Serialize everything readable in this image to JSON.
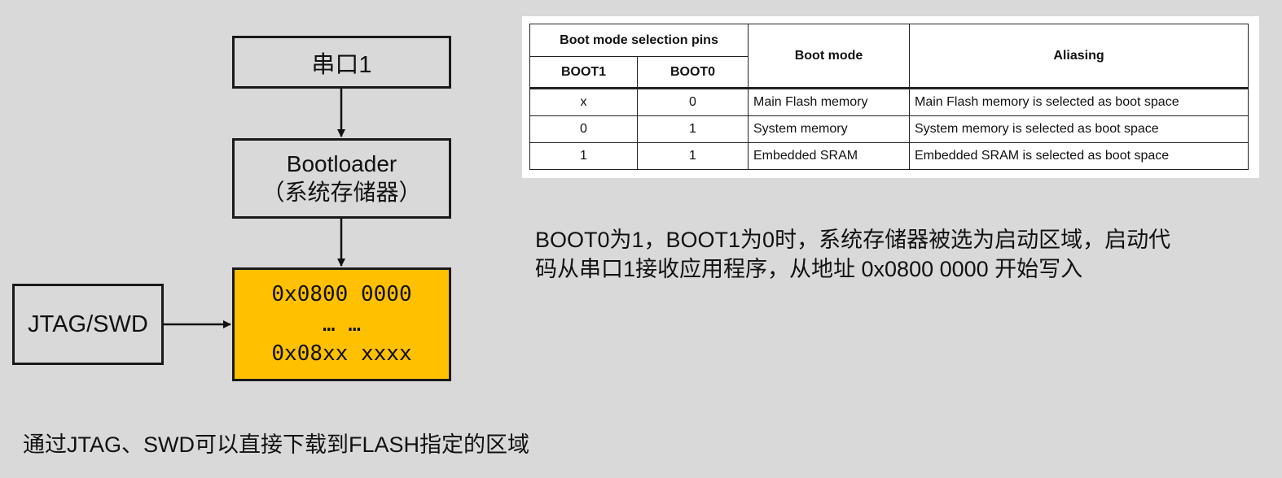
{
  "diagram": {
    "uart_box": "串口1",
    "bootloader_line1": "Bootloader",
    "bootloader_line2": "（系统存储器）",
    "memory_line1": "0x0800 0000",
    "memory_line2": "… …",
    "memory_line3": "0x08xx xxxx",
    "jtag_box": "JTAG/SWD",
    "box_fill_color": "#ffc000"
  },
  "boot_table": {
    "group_header": "Boot mode selection pins",
    "col_boot1": "BOOT1",
    "col_boot0": "BOOT0",
    "col_mode": "Boot mode",
    "col_alias": "Aliasing",
    "rows": [
      {
        "boot1": "x",
        "boot0": "0",
        "mode": "Main Flash memory",
        "alias": "Main Flash memory is selected as boot space"
      },
      {
        "boot1": "0",
        "boot0": "1",
        "mode": "System memory",
        "alias": "System memory is selected as boot space"
      },
      {
        "boot1": "1",
        "boot0": "1",
        "mode": "Embedded SRAM",
        "alias": "Embedded SRAM is selected as boot space"
      }
    ]
  },
  "description": {
    "line1": "BOOT0为1，BOOT1为0时，系统存储器被选为启动区域，启动代",
    "line2": "码从串口1接收应用程序，从地址 0x0800 0000 开始写入"
  },
  "footer_note": "通过JTAG、SWD可以直接下载到FLASH指定的区域"
}
